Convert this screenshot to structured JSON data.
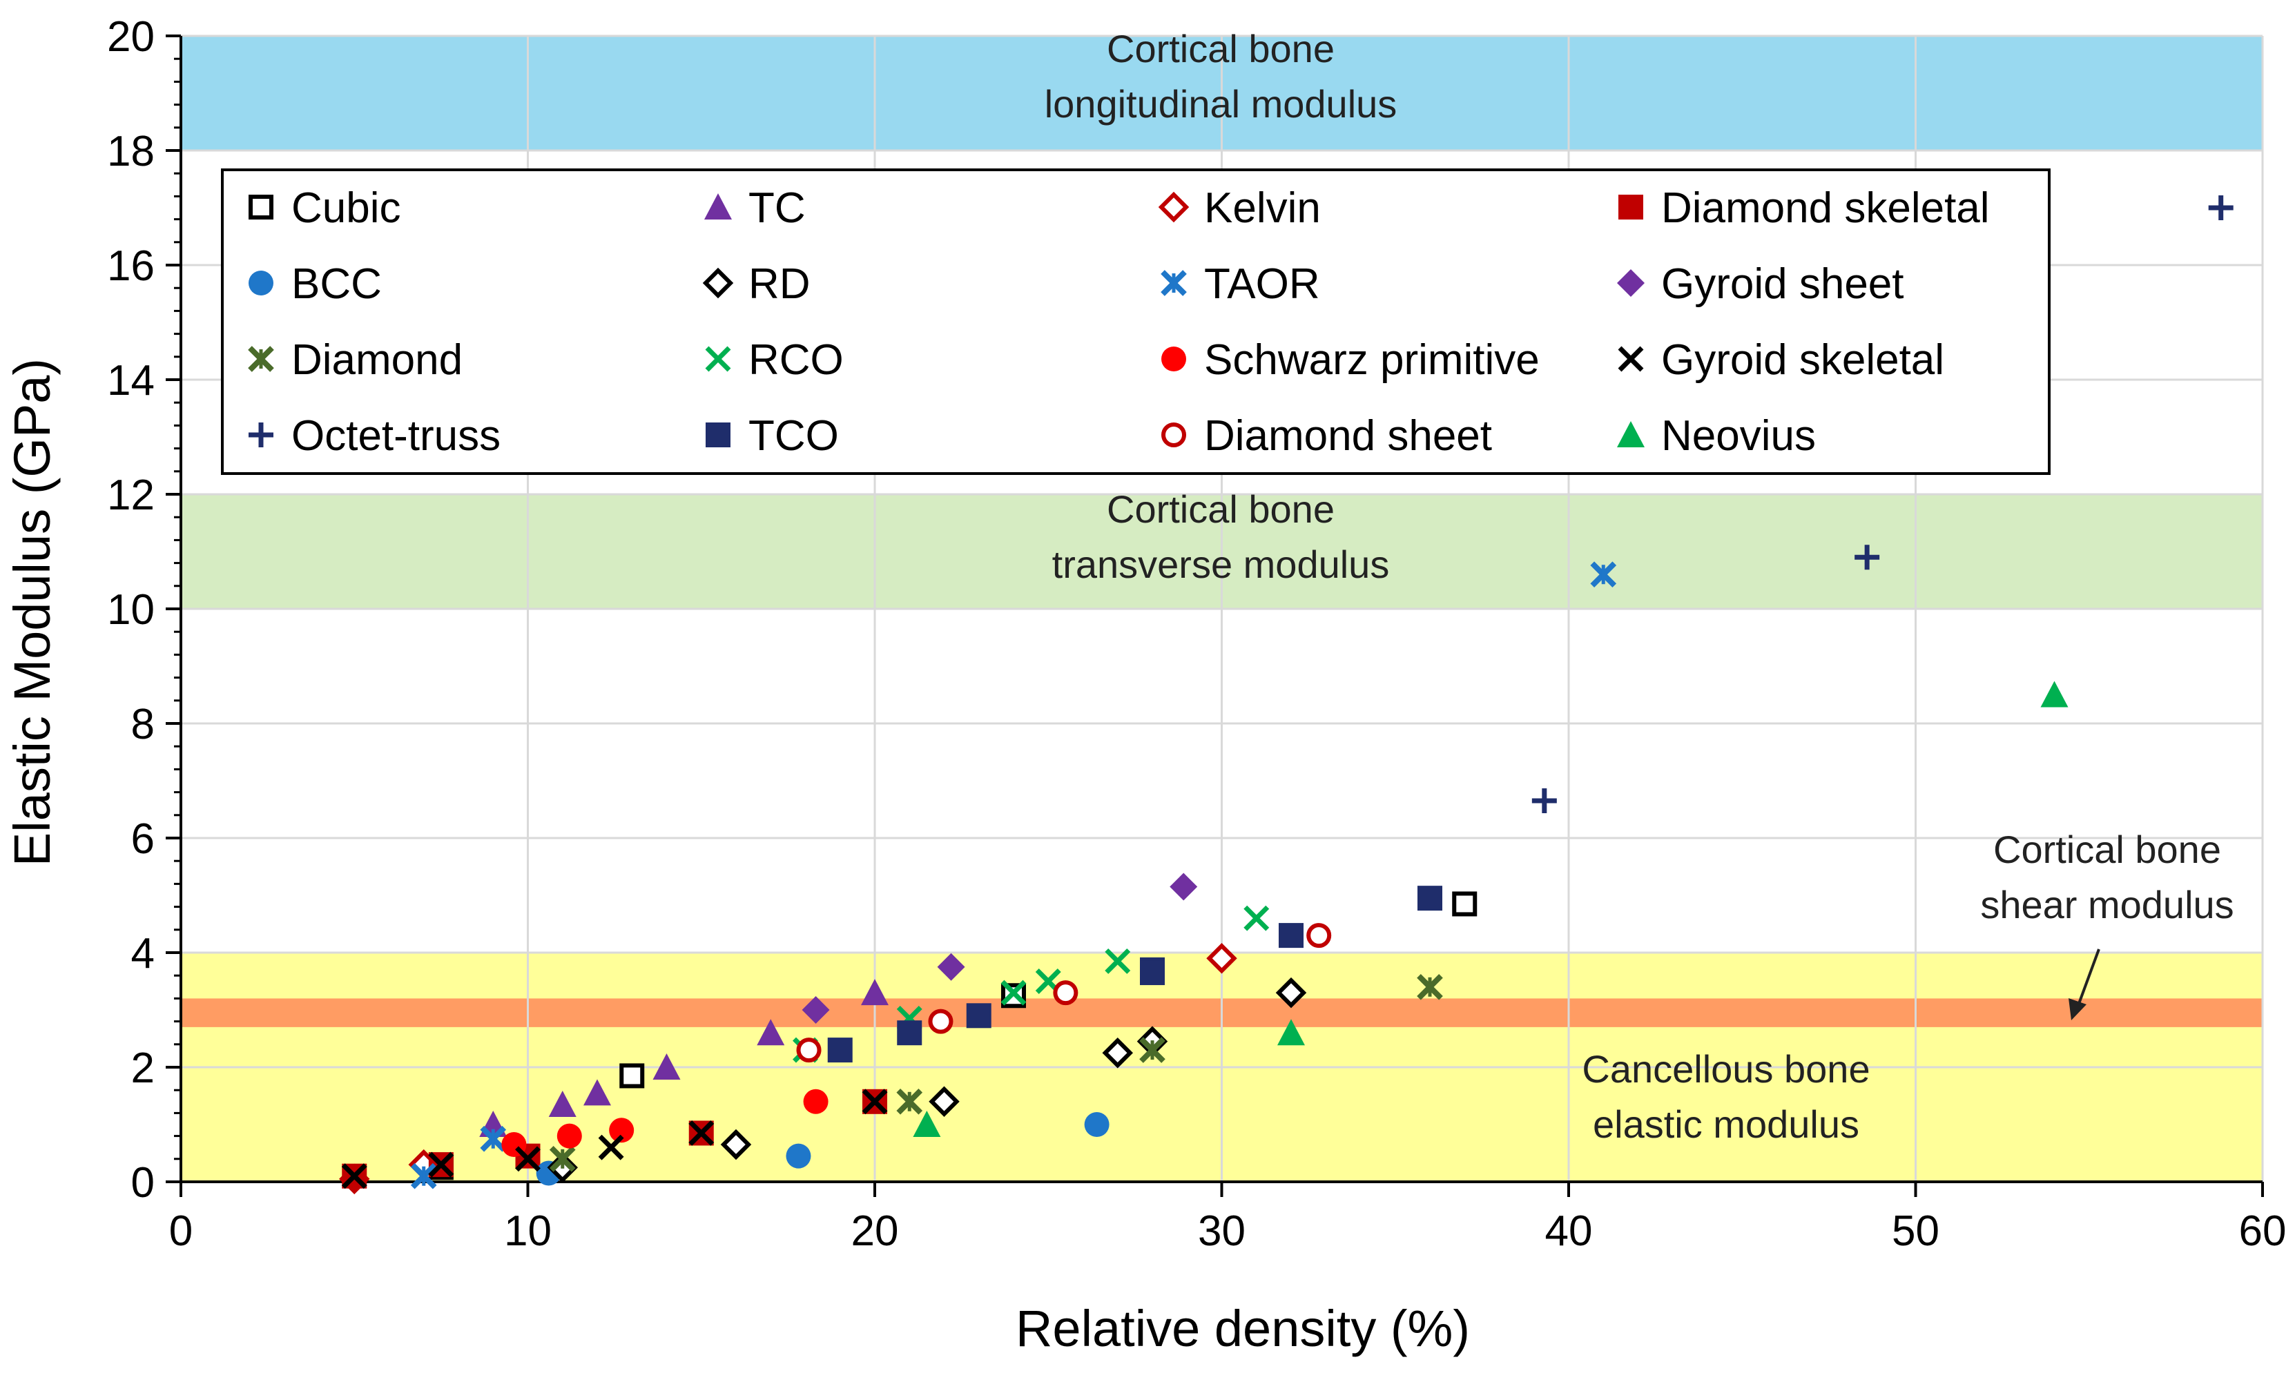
{
  "chart_data": {
    "type": "scatter",
    "title": "",
    "xlabel": "Relative density (%)",
    "ylabel": "Elastic Modulus (GPa)",
    "xlim": [
      0,
      60
    ],
    "ylim": [
      0,
      20
    ],
    "xticks": [
      "0",
      "10",
      "20",
      "30",
      "40",
      "50",
      "60"
    ],
    "yticks": [
      "0",
      "2",
      "4",
      "6",
      "8",
      "10",
      "12",
      "14",
      "16",
      "18",
      "20"
    ],
    "grid": true,
    "legend_position": "top",
    "bands": [
      {
        "name": "cortical-longitudinal",
        "label_lines": [
          "Cortical bone",
          "longitudinal modulus"
        ],
        "y0": 18,
        "y1": 20,
        "color": "#99d9f0"
      },
      {
        "name": "cortical-transverse",
        "label_lines": [
          "Cortical bone",
          "transverse modulus"
        ],
        "y0": 10,
        "y1": 12,
        "color": "#d6ecc2"
      },
      {
        "name": "cancellous",
        "label_lines": [
          "Cancellous bone",
          "elastic modulus"
        ],
        "y0": 0,
        "y1": 4,
        "color": "#ffff99"
      },
      {
        "name": "cortical-shear",
        "label_lines": [
          "Cortical bone",
          "shear modulus"
        ],
        "y0": 2.7,
        "y1": 3.2,
        "color": "#ff9c63"
      }
    ],
    "series": [
      {
        "name": "Cubic",
        "marker": "square-open",
        "color": "#000000",
        "points": [
          [
            7.5,
            0.25
          ],
          [
            13,
            1.85
          ],
          [
            24,
            3.25
          ],
          [
            37,
            4.85
          ]
        ]
      },
      {
        "name": "TC",
        "marker": "triangle",
        "color": "#7030a0",
        "points": [
          [
            9,
            1.0
          ],
          [
            11,
            1.35
          ],
          [
            12,
            1.55
          ],
          [
            14,
            2.0
          ],
          [
            17,
            2.6
          ],
          [
            20,
            3.3
          ]
        ]
      },
      {
        "name": "Kelvin",
        "marker": "diamond-open",
        "color": "#c00000",
        "points": [
          [
            5,
            0.05
          ],
          [
            7,
            0.3
          ],
          [
            30,
            3.9
          ]
        ]
      },
      {
        "name": "Diamond skeletal",
        "marker": "square",
        "color": "#c00000",
        "points": [
          [
            5,
            0.1
          ],
          [
            7.5,
            0.3
          ],
          [
            10,
            0.45
          ],
          [
            15,
            0.85
          ],
          [
            20,
            1.4
          ]
        ]
      },
      {
        "name": "BCC",
        "marker": "circle",
        "color": "#1f77c9",
        "points": [
          [
            10.6,
            0.15
          ],
          [
            17.8,
            0.45
          ],
          [
            26.4,
            1.0
          ]
        ]
      },
      {
        "name": "RD",
        "marker": "diamond-open",
        "color": "#000000",
        "points": [
          [
            11,
            0.25
          ],
          [
            16,
            0.65
          ],
          [
            22,
            1.4
          ],
          [
            27,
            2.25
          ],
          [
            28,
            2.45
          ],
          [
            32,
            3.3
          ]
        ]
      },
      {
        "name": "TAOR",
        "marker": "star-x",
        "color": "#1f77c9",
        "points": [
          [
            7,
            0.1
          ],
          [
            9,
            0.75
          ],
          [
            41,
            10.6
          ]
        ]
      },
      {
        "name": "Gyroid sheet",
        "marker": "diamond",
        "color": "#7030a0",
        "points": [
          [
            18.3,
            3.0
          ],
          [
            22.2,
            3.75
          ],
          [
            28.9,
            5.15
          ]
        ]
      },
      {
        "name": "Diamond",
        "marker": "star-x",
        "color": "#4a6b2a",
        "points": [
          [
            11,
            0.4
          ],
          [
            21,
            1.4
          ],
          [
            28,
            2.3
          ],
          [
            36,
            3.4
          ]
        ]
      },
      {
        "name": "RCO",
        "marker": "x",
        "color": "#00b050",
        "points": [
          [
            18,
            2.3
          ],
          [
            21,
            2.85
          ],
          [
            24,
            3.3
          ],
          [
            25,
            3.5
          ],
          [
            27,
            3.85
          ],
          [
            31,
            4.6
          ]
        ]
      },
      {
        "name": "Schwarz primitive",
        "marker": "circle",
        "color": "#ff0000",
        "points": [
          [
            9.6,
            0.65
          ],
          [
            11.2,
            0.8
          ],
          [
            12.7,
            0.9
          ],
          [
            18.3,
            1.4
          ]
        ]
      },
      {
        "name": "Gyroid skeletal",
        "marker": "x",
        "color": "#000000",
        "points": [
          [
            5,
            0.1
          ],
          [
            7.5,
            0.3
          ],
          [
            10,
            0.4
          ],
          [
            12.4,
            0.6
          ],
          [
            15,
            0.85
          ],
          [
            20,
            1.4
          ]
        ]
      },
      {
        "name": "Octet-truss",
        "marker": "plus",
        "color": "#1f2d6b",
        "points": [
          [
            39.3,
            6.65
          ],
          [
            48.6,
            10.9
          ],
          [
            58.8,
            17.0
          ]
        ]
      },
      {
        "name": "TCO",
        "marker": "square",
        "color": "#1f2d6b",
        "points": [
          [
            19,
            2.3
          ],
          [
            21,
            2.6
          ],
          [
            23,
            2.9
          ],
          [
            28,
            3.7
          ],
          [
            28,
            3.65
          ],
          [
            32,
            4.3
          ],
          [
            36,
            4.95
          ]
        ]
      },
      {
        "name": "Diamond sheet",
        "marker": "circle-open",
        "color": "#c00000",
        "points": [
          [
            18.1,
            2.3
          ],
          [
            21.9,
            2.8
          ],
          [
            25.5,
            3.3
          ],
          [
            32.8,
            4.3
          ]
        ]
      },
      {
        "name": "Neovius",
        "marker": "triangle",
        "color": "#00b050",
        "points": [
          [
            21.5,
            1.0
          ],
          [
            32,
            2.6
          ],
          [
            54,
            8.5
          ]
        ]
      }
    ]
  }
}
